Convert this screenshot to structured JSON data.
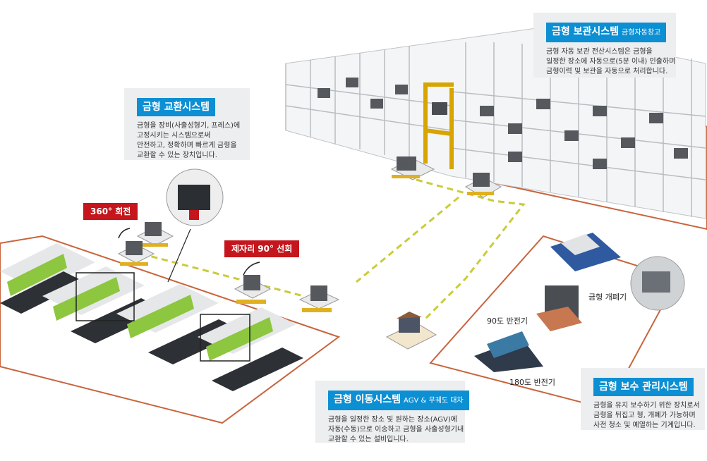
{
  "storage": {
    "title": "금형 보관시스템",
    "subtitle": "금형자동창고",
    "lines": [
      "금형 자동 보관 전산시스템은 금형을",
      "일정한 장소에 자동으로(5분 이내) 인출하며",
      "금형이력 및 보관을 자동으로 처리합니다."
    ]
  },
  "exchange": {
    "title": "금형 교환시스템",
    "lines": [
      "금형을 장비(사출성형기, 프레스)에",
      "고정시키는 시스템으로써",
      "안전하고, 정확하며 빠르게 금형을",
      "교환할 수 있는 장치입니다."
    ]
  },
  "transfer": {
    "title": "금형 이동시스템",
    "subtitle": "AGV & 무궤도 대차",
    "lines": [
      "금형을 일정한 장소 및 원하는 장소(AGV)에",
      "자동(수동)으로 이송하고 금형을 사출성형기내",
      "교환할 수 있는 설비입니다."
    ]
  },
  "maintenance": {
    "title": "금형 보수 관리시스템",
    "lines": [
      "금형을 유지 보수하기 위한 장치로서",
      "금형을 뒤집고 형, 개폐가 가능하며",
      "사전 청소 및 예열하는 기계입니다."
    ]
  },
  "tags": {
    "rotate360": "360° 회전",
    "turn90": "제자리 90° 선회"
  },
  "machines": {
    "opener": "금형 개폐기",
    "flip90": "90도 반전기",
    "flip180": "180도 반전기"
  },
  "colors": {
    "accent": "#0c8fd3",
    "tag": "#c4161c",
    "zone": "#c8643c",
    "path": "#c9cc3a",
    "machineGreen": "#8dc63f"
  }
}
